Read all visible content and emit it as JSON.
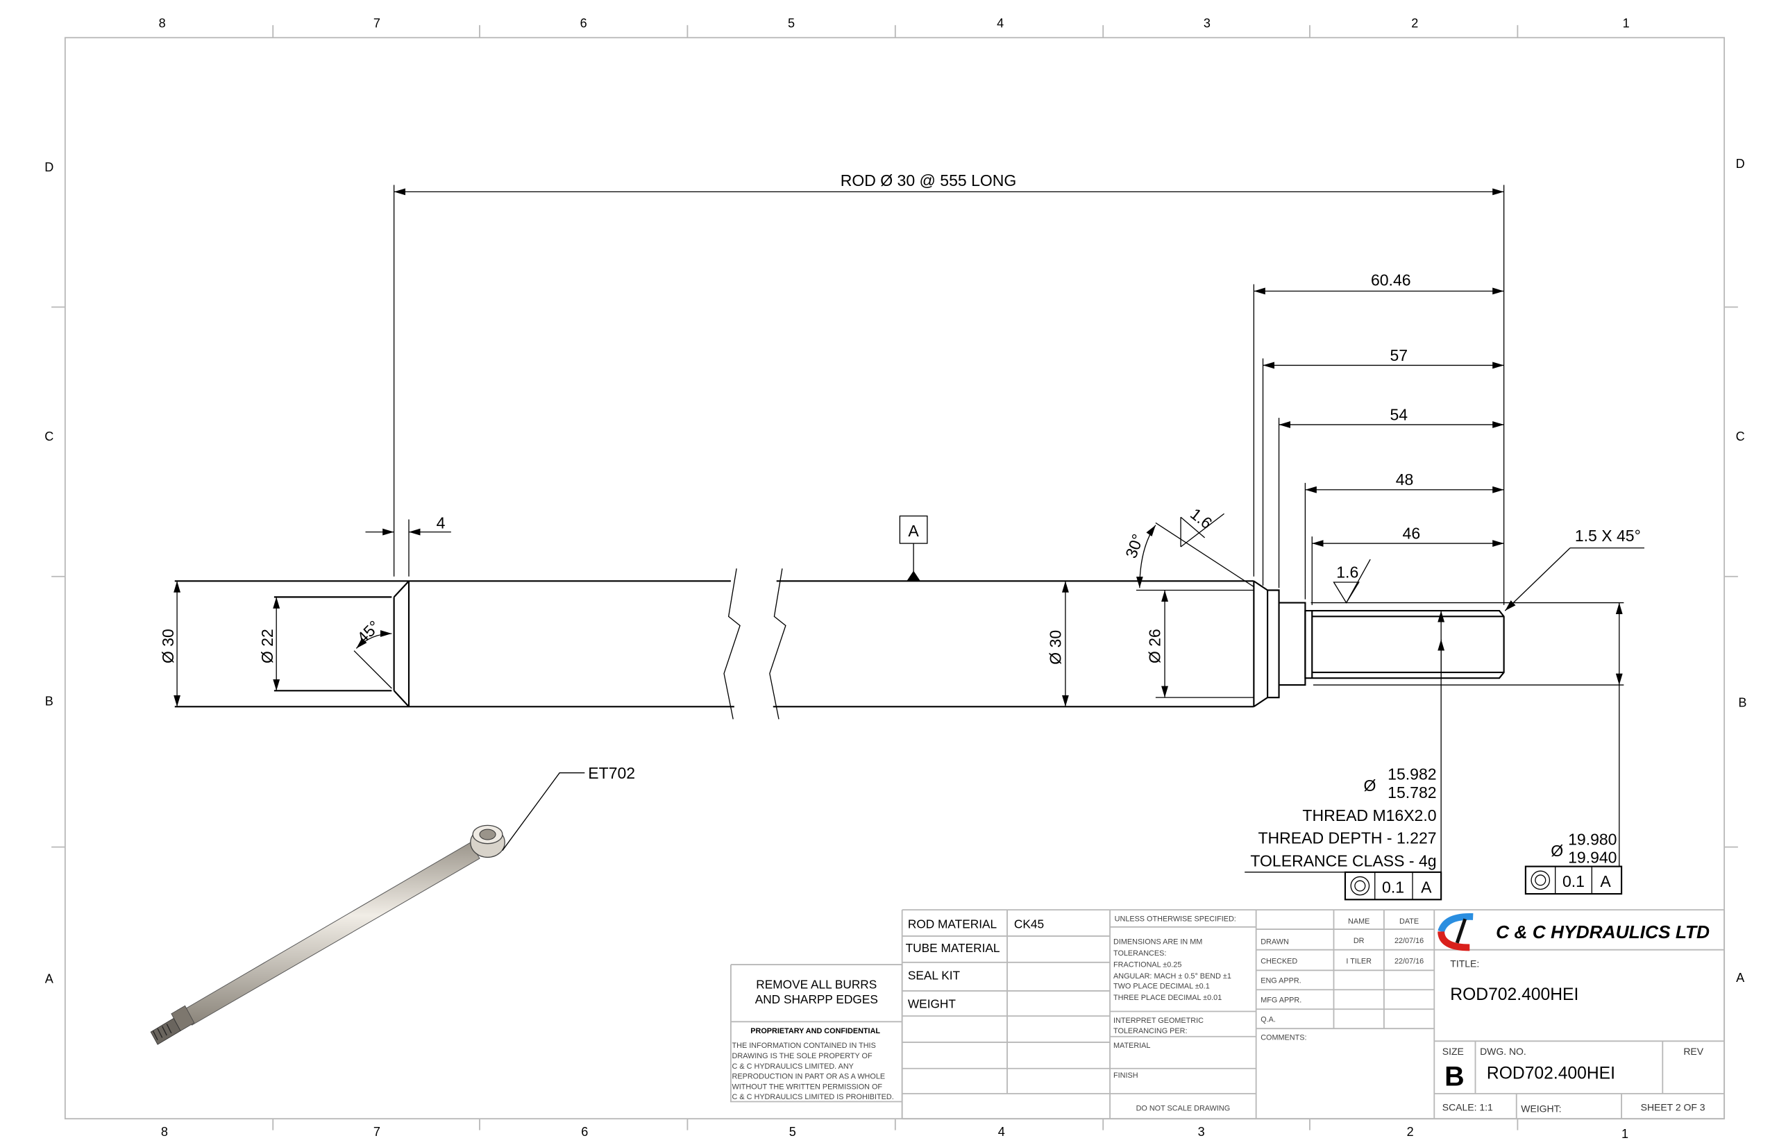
{
  "sheet": {
    "zones_top": [
      "8",
      "7",
      "6",
      "5",
      "4",
      "3",
      "2",
      "1"
    ],
    "zones_side": [
      "D",
      "C",
      "B",
      "A"
    ]
  },
  "dimensions": {
    "overall": "ROD Ø 30 @ 555 LONG",
    "d60": "60.46",
    "d57": "57",
    "d54": "54",
    "d48": "48",
    "d46": "46",
    "d4": "4",
    "dia30_left": "Ø 30",
    "dia22": "Ø 22",
    "angle45": "45°",
    "dia30_mid": "Ø 30",
    "dia26": "Ø 26",
    "angle30": "30°",
    "surface_finish_1": "1.6",
    "surface_finish_2": "1.6",
    "chamfer": "1.5 X 45°",
    "datum": "A"
  },
  "thread_note": {
    "dia_symbol": "Ø",
    "dia_upper": "15.982",
    "dia_lower": "15.782",
    "thread": "THREAD M16X2.0",
    "depth": "THREAD DEPTH - 1.227",
    "tolerance": "TOLERANCE CLASS - 4g",
    "fcf_value": "0.1",
    "fcf_datum": "A"
  },
  "shank_note": {
    "dia_symbol": "Ø",
    "dia_upper": "19.980",
    "dia_lower": "19.940",
    "fcf_value": "0.1",
    "fcf_datum": "A"
  },
  "iso_view": {
    "callout": "ET702",
    "icon": "rod-isometric-icon"
  },
  "notes": {
    "burrs_line1": "REMOVE ALL BURRS",
    "burrs_line2": "AND SHARPP EDGES",
    "proprietary_title": "PROPRIETARY AND CONFIDENTIAL",
    "proprietary_lines": [
      "THE INFORMATION CONTAINED IN THIS",
      "DRAWING IS THE SOLE PROPERTY OF",
      "C & C HYDRAULICS LIMITED. ANY",
      "REPRODUCTION IN PART OR AS A WHOLE",
      "WITHOUT THE WRITTEN PERMISSION OF",
      "C & C HYDRAULICS LIMITED IS PROHIBITED."
    ]
  },
  "materials": {
    "rows": [
      {
        "label": "ROD MATERIAL",
        "value": "CK45"
      },
      {
        "label": "TUBE MATERIAL",
        "value": ""
      },
      {
        "label": "SEAL KIT",
        "value": ""
      },
      {
        "label": "WEIGHT",
        "value": ""
      }
    ]
  },
  "tolerances": {
    "header": "UNLESS OTHERWISE SPECIFIED:",
    "lines": [
      "DIMENSIONS ARE IN MM",
      "TOLERANCES:",
      "FRACTIONAL ±0.25",
      "ANGULAR: MACH ± 0.5° BEND ±1",
      "TWO PLACE DECIMAL    ±0.1",
      "THREE PLACE DECIMAL  ±0.01"
    ],
    "interpret_1": "INTERPRET GEOMETRIC",
    "interpret_2": "TOLERANCING PER:",
    "material": "MATERIAL",
    "finish": "FINISH",
    "no_scale": "DO NOT SCALE DRAWING"
  },
  "approvals": {
    "col_name": "NAME",
    "col_date": "DATE",
    "rows": [
      {
        "role": "DRAWN",
        "name": "DR",
        "date": "22/07/16"
      },
      {
        "role": "CHECKED",
        "name": "I TILER",
        "date": "22/07/16"
      },
      {
        "role": "ENG APPR.",
        "name": "",
        "date": ""
      },
      {
        "role": "MFG APPR.",
        "name": "",
        "date": ""
      },
      {
        "role": "Q.A.",
        "name": "",
        "date": ""
      }
    ],
    "comments": "COMMENTS:"
  },
  "title_block": {
    "company": "C & C HYDRAULICS LTD",
    "logo_colors": {
      "blue": "#2a8ee0",
      "red": "#d9201c"
    },
    "title_label": "TITLE:",
    "title": "ROD702.400HEI",
    "size_label": "SIZE",
    "size": "B",
    "dwg_label": "DWG.  NO.",
    "dwg_no": "ROD702.400HEI",
    "rev_label": "REV",
    "scale": "SCALE: 1:1",
    "weight": "WEIGHT:",
    "sheet": "SHEET 2 OF 3"
  }
}
